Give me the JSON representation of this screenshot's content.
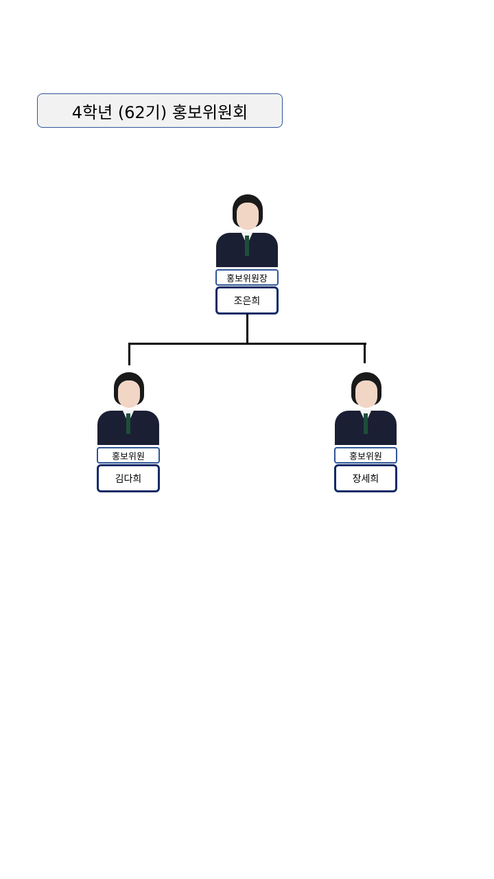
{
  "title": "4학년 (62기) 홍보위원회",
  "chair": {
    "role": "홍보위원장",
    "name": "조은희"
  },
  "members": [
    {
      "role": "홍보위원",
      "name": "김다희"
    },
    {
      "role": "홍보위원",
      "name": "장세희"
    }
  ]
}
